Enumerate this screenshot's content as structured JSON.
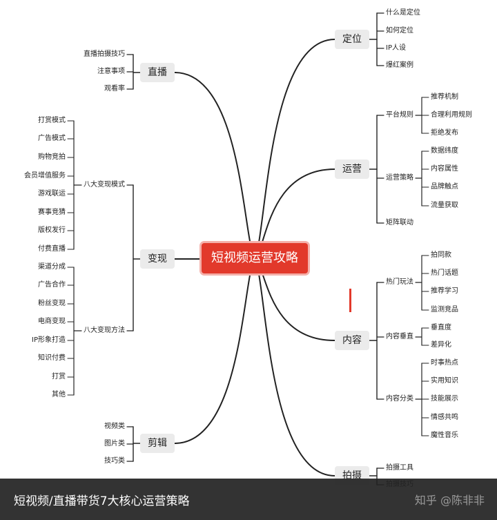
{
  "title": "短视频运营攻略",
  "caption": "短视频/直播带货7大核心运营策略",
  "watermark": "知乎 @陈非非",
  "colors": {
    "root": "#e2392b",
    "line": "#222222"
  },
  "branches": [
    {
      "label": "定位",
      "side": "right",
      "children": [
        {
          "label": "什么是定位"
        },
        {
          "label": "如何定位"
        },
        {
          "label": "IP人设"
        },
        {
          "label": "爆红案例"
        }
      ]
    },
    {
      "label": "运营",
      "side": "right",
      "children": [
        {
          "label": "平台规则",
          "children": [
            {
              "label": "推荐机制"
            },
            {
              "label": "合理利用规则"
            },
            {
              "label": "拒绝发布"
            }
          ]
        },
        {
          "label": "运营策略",
          "children": [
            {
              "label": "数据纬度"
            },
            {
              "label": "内容属性"
            },
            {
              "label": "品牌触点"
            },
            {
              "label": "流量获取"
            }
          ]
        },
        {
          "label": "矩阵联动"
        }
      ]
    },
    {
      "label": "内容",
      "side": "right",
      "children": [
        {
          "label": "热门玩法",
          "children": [
            {
              "label": "拍同款"
            },
            {
              "label": "热门话题"
            },
            {
              "label": "推荐学习"
            },
            {
              "label": "监测竞品"
            }
          ]
        },
        {
          "label": "内容垂直",
          "children": [
            {
              "label": "垂直度"
            },
            {
              "label": "差异化"
            }
          ]
        },
        {
          "label": "内容分类",
          "children": [
            {
              "label": "时事热点"
            },
            {
              "label": "实用知识"
            },
            {
              "label": "技能展示"
            },
            {
              "label": "情感共鸣"
            },
            {
              "label": "魔性音乐"
            }
          ]
        }
      ]
    },
    {
      "label": "拍摄",
      "side": "right",
      "children": [
        {
          "label": "拍摄工具"
        },
        {
          "label": "拍摄技巧"
        }
      ]
    },
    {
      "label": "直播",
      "side": "left",
      "children": [
        {
          "label": "直播拍摄技巧"
        },
        {
          "label": "注意事项"
        },
        {
          "label": "观看率"
        }
      ]
    },
    {
      "label": "变现",
      "side": "left",
      "children": [
        {
          "label": "八大变现模式",
          "children": [
            {
              "label": "打赏模式"
            },
            {
              "label": "广告模式"
            },
            {
              "label": "购物竞拍"
            },
            {
              "label": "会员增值服务"
            },
            {
              "label": "游戏联运"
            },
            {
              "label": "赛事竞猜"
            },
            {
              "label": "版权发行"
            },
            {
              "label": "付费直播"
            }
          ]
        },
        {
          "label": "八大变现方法",
          "children": [
            {
              "label": "渠道分成"
            },
            {
              "label": "广告合作"
            },
            {
              "label": "粉丝变现"
            },
            {
              "label": "电商变现"
            },
            {
              "label": "IP形象打造"
            },
            {
              "label": "知识付费"
            },
            {
              "label": "打赏"
            },
            {
              "label": "其他"
            }
          ]
        }
      ]
    },
    {
      "label": "剪辑",
      "side": "left",
      "children": [
        {
          "label": "视频类"
        },
        {
          "label": "图片类"
        },
        {
          "label": "技巧类"
        }
      ]
    }
  ]
}
